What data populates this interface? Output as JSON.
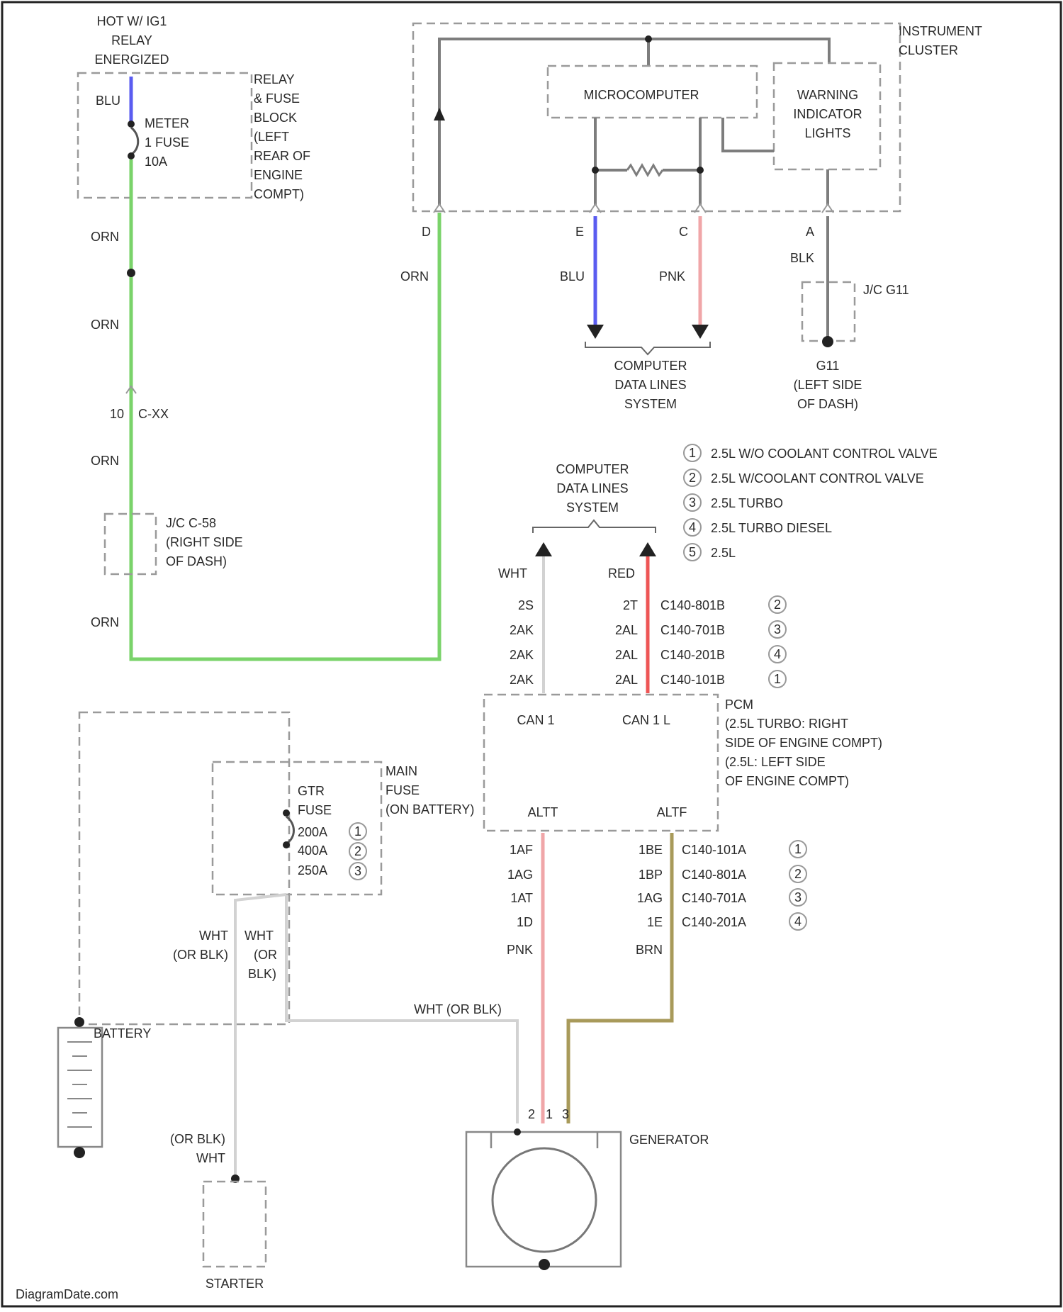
{
  "hot_label": [
    "HOT W/ IG1",
    "RELAY",
    "ENERGIZED"
  ],
  "relay_block": {
    "wire_top": "BLU",
    "fuse": [
      "METER",
      "1 FUSE",
      "10A"
    ],
    "label": [
      "RELAY",
      "& FUSE",
      "BLOCK",
      "(LEFT",
      "REAR OF",
      "ENGINE",
      "COMPT)"
    ]
  },
  "left_wire": {
    "orn1": "ORN",
    "orn2": "ORN",
    "c_pin": "10",
    "c_conn": "C-XX",
    "orn3": "ORN",
    "jc_label": [
      "J/C C-58",
      "(RIGHT SIDE",
      "OF DASH)"
    ],
    "orn4": "ORN"
  },
  "cluster": {
    "label": [
      "INSTRUMENT",
      "CLUSTER"
    ],
    "micro": "MICROCOMPUTER",
    "warning": [
      "WARNING",
      "INDICATOR",
      "LIGHTS"
    ],
    "pins": [
      "D",
      "E",
      "C",
      "A"
    ],
    "orn": "ORN",
    "blu": "BLU",
    "pnk": "PNK",
    "blk": "BLK",
    "jc_g11": "J/C G11",
    "data_lines": [
      "COMPUTER",
      "DATA LINES",
      "SYSTEM"
    ],
    "ground": [
      "G11",
      "(LEFT SIDE",
      "OF DASH)"
    ]
  },
  "legend": [
    {
      "num": "1",
      "text": "2.5L W/O COOLANT CONTROL VALVE"
    },
    {
      "num": "2",
      "text": "2.5L W/COOLANT CONTROL VALVE"
    },
    {
      "num": "3",
      "text": "2.5L TURBO"
    },
    {
      "num": "4",
      "text": "2.5L TURBO DIESEL"
    },
    {
      "num": "5",
      "text": "2.5L"
    }
  ],
  "pcm_top": {
    "data_lines": [
      "COMPUTER",
      "DATA LINES",
      "SYSTEM"
    ],
    "wht": "WHT",
    "red": "RED",
    "left_pins": [
      "2S",
      "2AK",
      "2AK",
      "2AK"
    ],
    "right_pins": [
      "2T",
      "2AL",
      "2AL",
      "2AL"
    ],
    "connectors": [
      "C140-801B",
      "C140-701B",
      "C140-201B",
      "C140-101B"
    ],
    "variants": [
      "2",
      "3",
      "4",
      "1"
    ]
  },
  "pcm": {
    "can_h": "CAN 1",
    "can_l": "CAN 1 L",
    "altt": "ALTT",
    "altf": "ALTF",
    "label": [
      "PCM",
      "(2.5L TURBO: RIGHT",
      "SIDE OF ENGINE COMPT)",
      "(2.5L: LEFT SIDE",
      "OF ENGINE COMPT)"
    ]
  },
  "pcm_bottom": {
    "left_pins": [
      "1AF",
      "1AG",
      "1AT",
      "1D"
    ],
    "right_pins": [
      "1BE",
      "1BP",
      "1AG",
      "1E"
    ],
    "connectors": [
      "C140-101A",
      "C140-801A",
      "C140-701A",
      "C140-201A"
    ],
    "variants": [
      "1",
      "2",
      "3",
      "4"
    ],
    "pnk": "PNK",
    "brn": "BRN"
  },
  "main_fuse": {
    "label": [
      "MAIN",
      "FUSE",
      "(ON BATTERY)"
    ],
    "fuse": [
      "GTR",
      "FUSE"
    ],
    "ratings": [
      {
        "value": "200A",
        "num": "1"
      },
      {
        "value": "400A",
        "num": "2"
      },
      {
        "value": "250A",
        "num": "3"
      }
    ]
  },
  "wiring_bottom": {
    "wht_left": [
      "WHT",
      "(OR BLK)"
    ],
    "wht_right": [
      "WHT",
      "(OR",
      "BLK)"
    ],
    "wht_long": "WHT (OR BLK)",
    "starter_wire": [
      "(OR BLK)",
      "WHT"
    ],
    "battery": "BATTERY",
    "starter": "STARTER",
    "generator": "GENERATOR",
    "gen_pins": [
      "2",
      "1",
      "3"
    ],
    "watermark": "DiagramDate.com"
  }
}
